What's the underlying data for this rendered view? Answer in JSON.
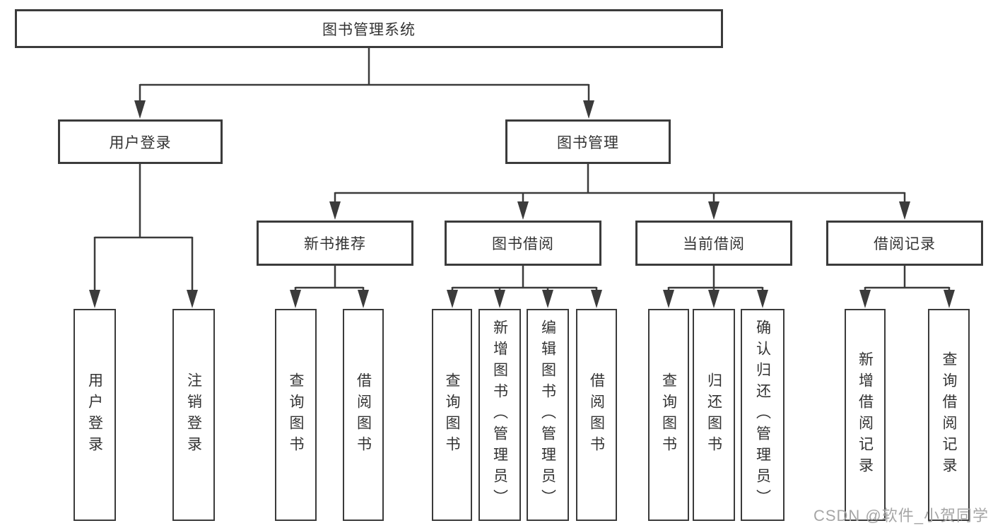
{
  "diagram": {
    "type": "tree",
    "watermark": "CSDN @软件_小贺同学",
    "colors": {
      "line": "#3b3b3b",
      "box_border": "#3b3b3b",
      "text": "#333333",
      "watermark": "#a6a6a6",
      "background": "#ffffff"
    },
    "tree": {
      "root": {
        "label": "图书管理系统",
        "children": [
          {
            "label": "用户登录",
            "children": [
              {
                "label": "用户登录"
              },
              {
                "label": "注销登录"
              }
            ]
          },
          {
            "label": "图书管理",
            "children": [
              {
                "label": "新书推荐",
                "children": [
                  {
                    "label": "查询图书"
                  },
                  {
                    "label": "借阅图书"
                  }
                ]
              },
              {
                "label": "图书借阅",
                "children": [
                  {
                    "label": "查询图书"
                  },
                  {
                    "label": "新增图书（管理员）"
                  },
                  {
                    "label": "编辑图书（管理员）"
                  },
                  {
                    "label": "借阅图书"
                  }
                ]
              },
              {
                "label": "当前借阅",
                "children": [
                  {
                    "label": "查询图书"
                  },
                  {
                    "label": "归还图书"
                  },
                  {
                    "label": "确认归还（管理员）"
                  }
                ]
              },
              {
                "label": "借阅记录",
                "children": [
                  {
                    "label": "新增借阅记录"
                  },
                  {
                    "label": "查询借阅记录"
                  }
                ]
              }
            ]
          }
        ]
      }
    }
  }
}
